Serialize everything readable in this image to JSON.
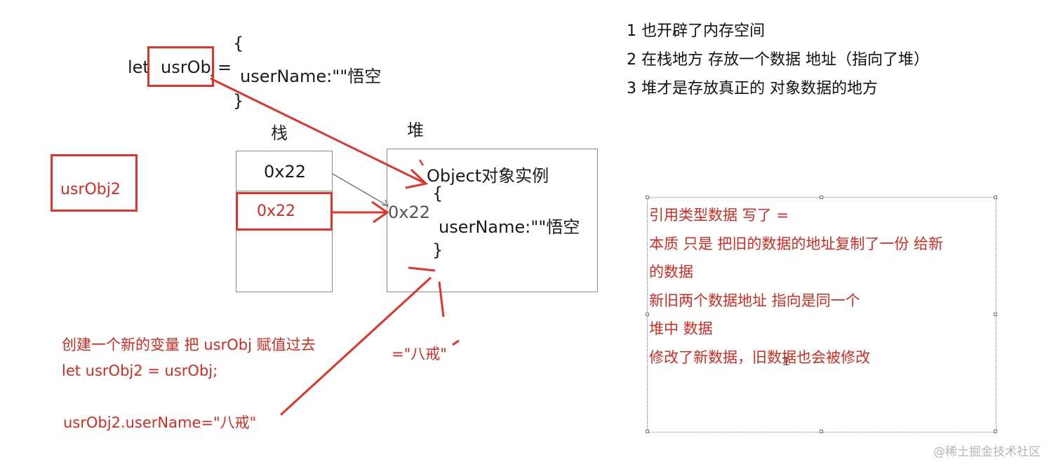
{
  "code_top": {
    "let": "let",
    "var_name": "usrObj",
    "equals": "=",
    "open_brace": "{",
    "property": "userName:\"\"悟空",
    "close_brace": "}"
  },
  "labels": {
    "stack": "栈",
    "heap": "堆"
  },
  "left_var": "usrObj2",
  "stack_cells": [
    "0x22",
    "0x22"
  ],
  "heap": {
    "title": "Object对象实例",
    "address": "0x22",
    "open_brace": "{",
    "property": "userName:\"\"悟空",
    "close_brace": "}"
  },
  "notes_top": [
    "1 也开辟了内存空间",
    "2 在栈地方 存放一个数据 地址（指向了堆）",
    "3 堆才是存放真正的 对象数据的地方"
  ],
  "bottom_code": {
    "line1": "创建一个新的变量 把  usrObj 赋值过去",
    "line2": "let usrObj2 =  usrObj;",
    "line3": "usrObj2.userName=\"八戒\"",
    "assign": "=\"八戒\""
  },
  "panel_lines": [
    "引用类型数据   写了 =",
    "本质 只是 把旧的数据的地址复制了一份 给新",
    "的数据",
    "新旧两个数据地址 指向是同一个",
    "堆中 数据",
    "修改了新数据，旧数据也会被修改"
  ],
  "watermark": "@稀土掘金技术社区",
  "colors": {
    "annotation_red": "#e0342a",
    "text_red": "#d62a20",
    "box_gray": "#8a8a8a"
  }
}
